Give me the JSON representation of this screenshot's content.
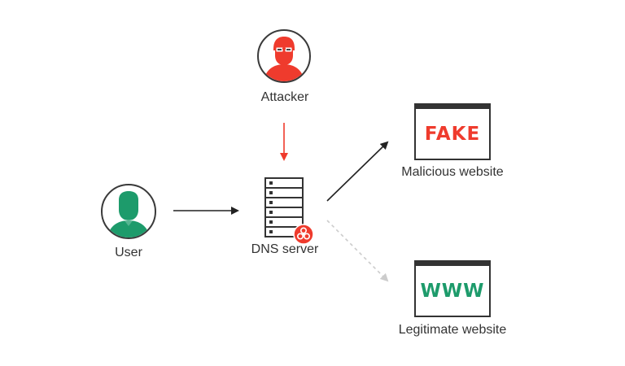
{
  "nodes": {
    "attacker": {
      "label": "Attacker",
      "icon": "attacker-avatar-icon",
      "color": "#ef3b2d"
    },
    "user": {
      "label": "User",
      "icon": "user-avatar-icon",
      "color": "#1d9b6b"
    },
    "dns_server": {
      "label": "DNS server",
      "icon": "server-icon",
      "badge_icon": "biohazard-icon",
      "badge_color": "#ef3b2d"
    },
    "malicious_site": {
      "label": "Malicious website",
      "window_text": "FAKE",
      "text_color": "#ef3b2d"
    },
    "legit_site": {
      "label": "Legitimate website",
      "window_text": "WWW",
      "text_color": "#1d9b6b"
    }
  },
  "colors": {
    "outline": "#333333",
    "attack_arrow": "#ef3b2d",
    "dashed_arrow": "#cccccc"
  }
}
